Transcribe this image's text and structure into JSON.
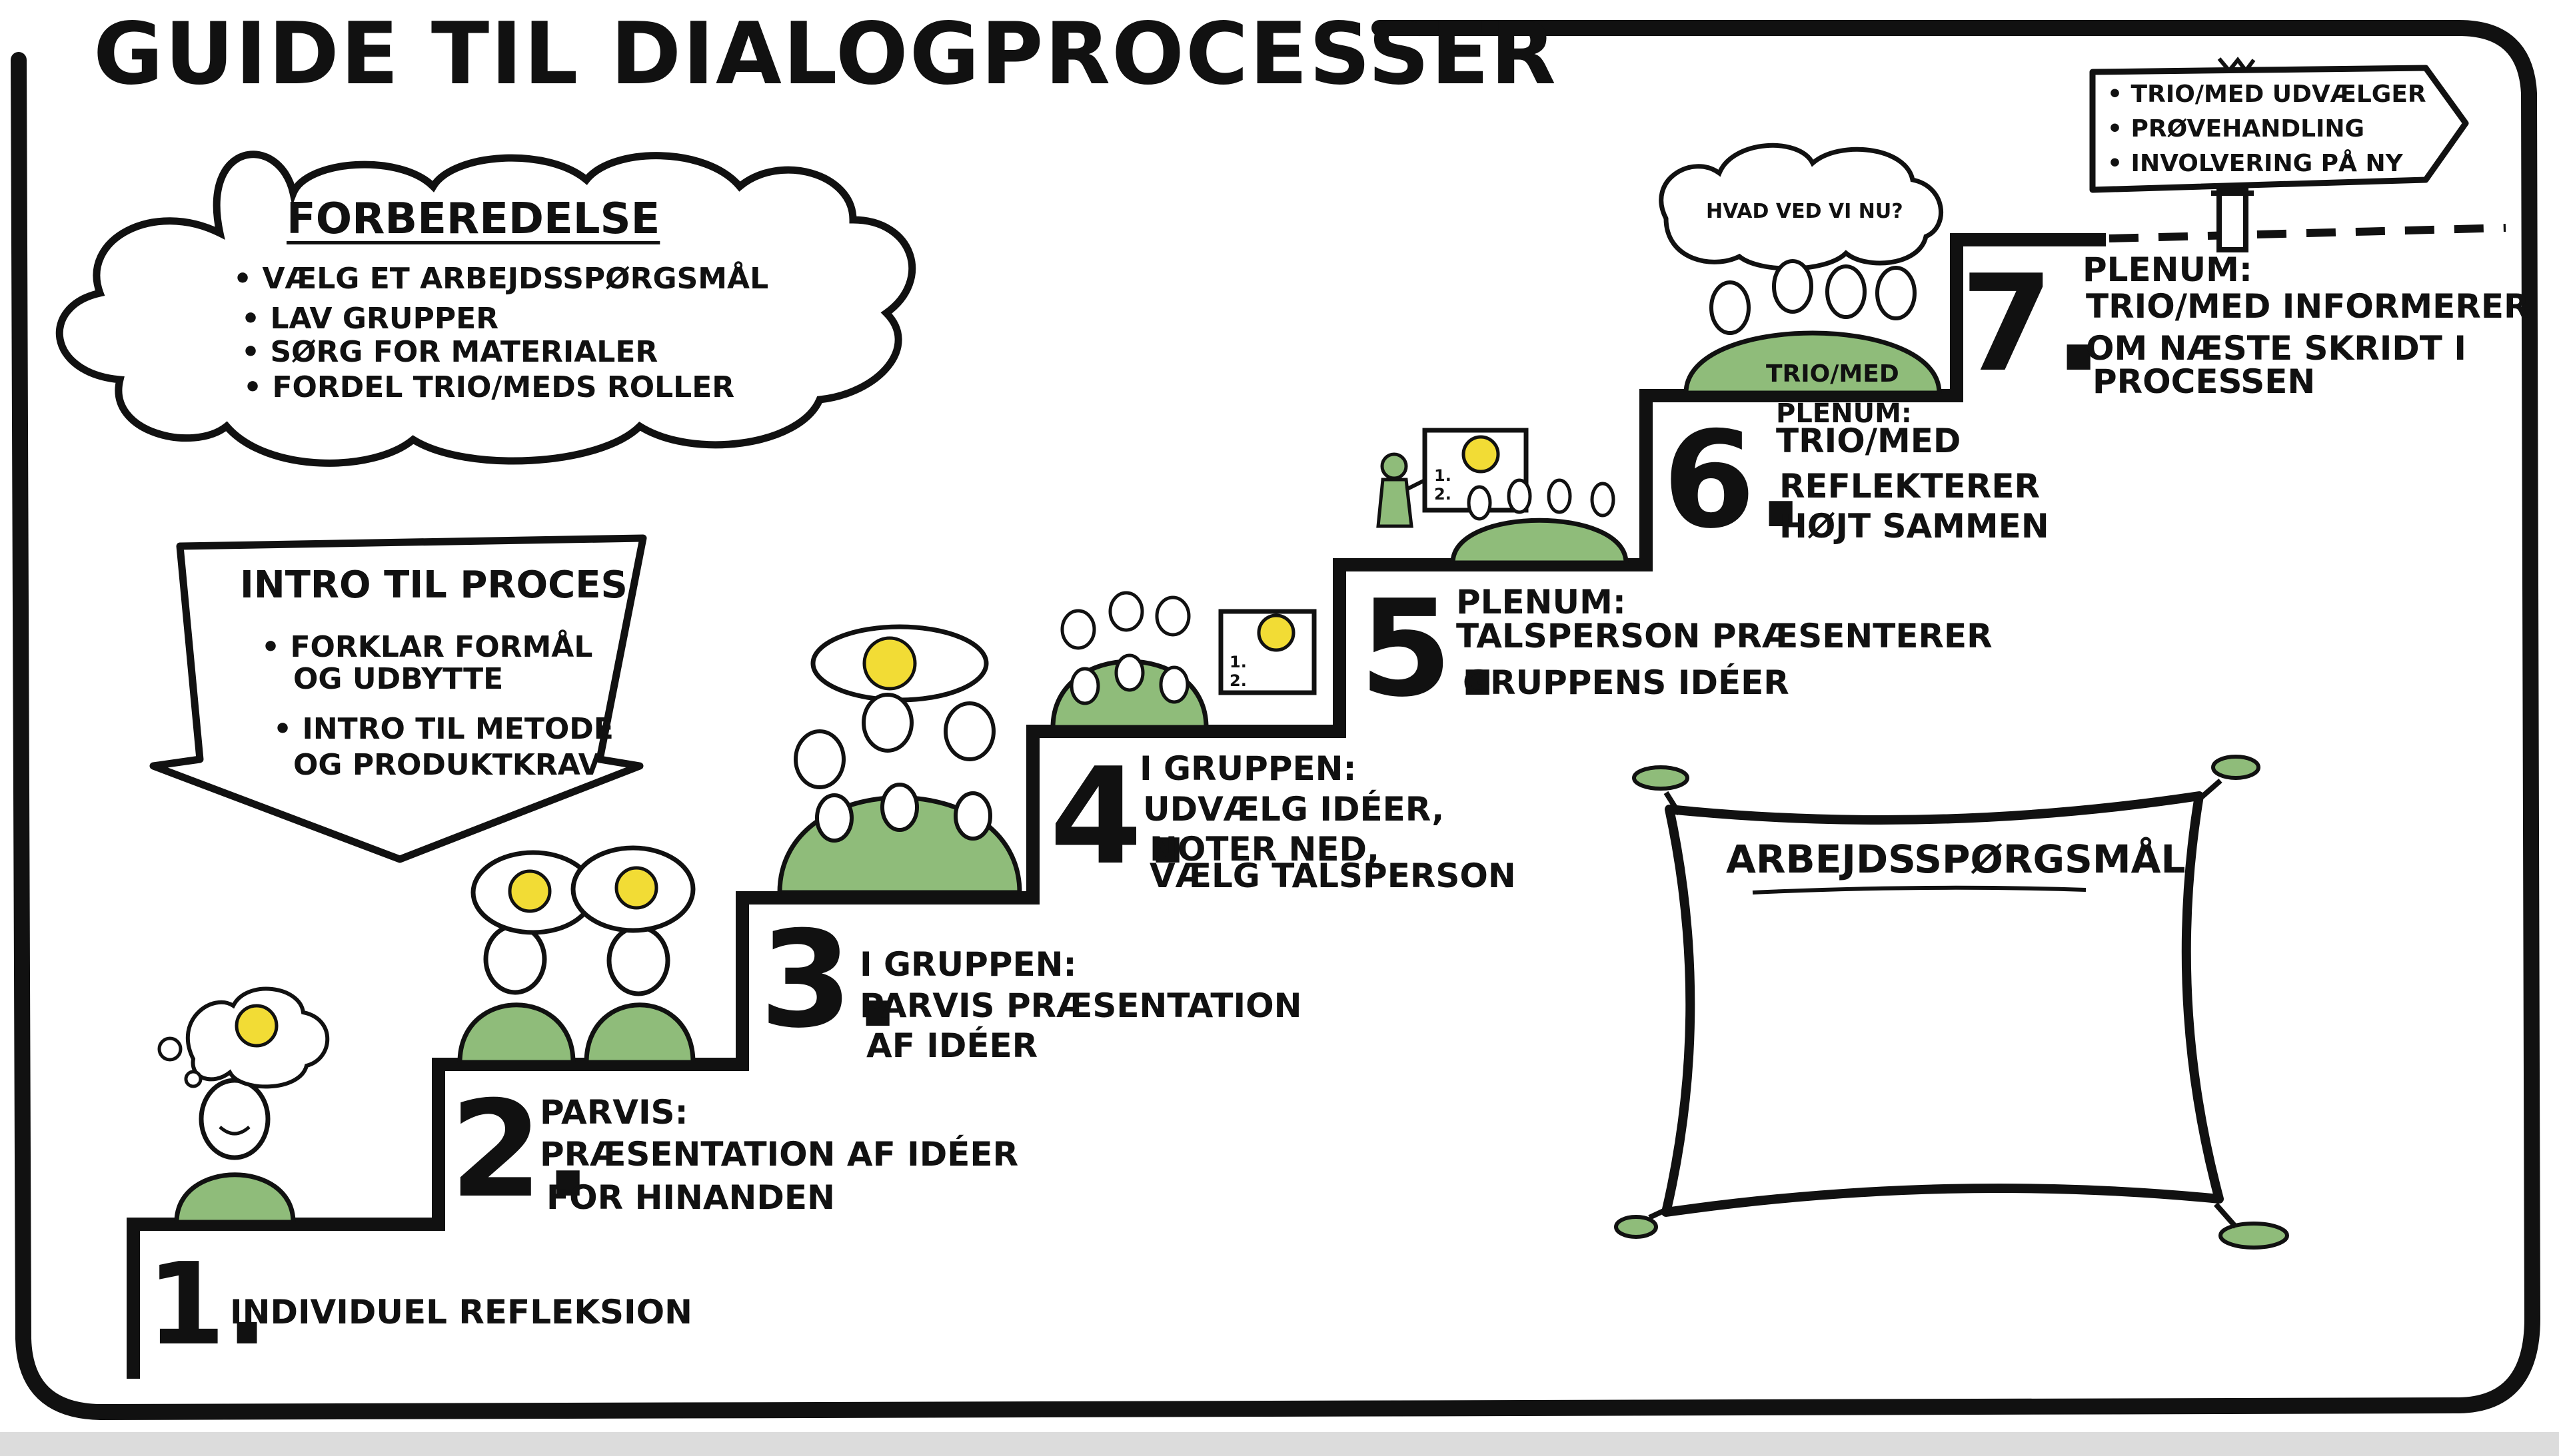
{
  "title": "GUIDE TIL DIALOGPROCESSER",
  "colors": {
    "ink": "#111111",
    "paper": "#ffffff",
    "figure_green": "#8fbc7a",
    "bulb_yellow": "#f2dc35"
  },
  "preparation": {
    "heading": "FORBEREDELSE",
    "items": [
      "• VÆLG ET ARBEJDSSPØRGSMÅL",
      "• LAV GRUPPER",
      "• SØRG FOR MATERIALER",
      "• FORDEL TRIO/MEDs ROLLER"
    ]
  },
  "intro": {
    "heading": "INTRO TIL PROCES",
    "items": [
      "• FORKLAR FORMÅL",
      "OG UDBYTTE",
      "• INTRO TIL METODE",
      "OG PRODUKTKRAV"
    ]
  },
  "signpost": {
    "items": [
      "• TRIO/MED UDVÆLGER",
      "• PRØVEHANDLING",
      "• INVOLVERING PÅ NY"
    ]
  },
  "steps": [
    {
      "number": "1.",
      "lines": [
        "INDIVIDUEL REFLEKSION"
      ]
    },
    {
      "number": "2.",
      "lines": [
        "PARVIS:",
        "PRÆSENTATION AF IDÉER",
        "FOR HINANDEN"
      ]
    },
    {
      "number": "3.",
      "lines": [
        "I GRUPPEN:",
        "PARVIS PRÆSENTATION",
        "AF IDÉER"
      ]
    },
    {
      "number": "4.",
      "lines": [
        "I GRUPPEN:",
        "UDVÆLG IDÉER,",
        "NOTER NED,",
        "VÆLG TALSPERSON"
      ]
    },
    {
      "number": "5.",
      "lines": [
        "PLENUM:",
        "TALSPERSON PRÆSENTERER",
        "GRUPPENS IDÉER"
      ]
    },
    {
      "number": "6.",
      "lines": [
        "PLENUM:",
        "TRIO/MED",
        "REFLEKTERER",
        "HØJT SAMMEN"
      ]
    },
    {
      "number": "7.",
      "lines": [
        "PLENUM:",
        "TRIO/MED INFORMERER",
        "OM NÆSTE SKRIDT I",
        "PROCESSEN"
      ]
    }
  ],
  "speech_bubble": "HVAD VED VI NU?",
  "trio_label": "TRIO/MED",
  "flip_chart_marks": [
    "1.",
    "2."
  ],
  "canvas_heading": "ARBEJDSSPØRGSMÅL"
}
